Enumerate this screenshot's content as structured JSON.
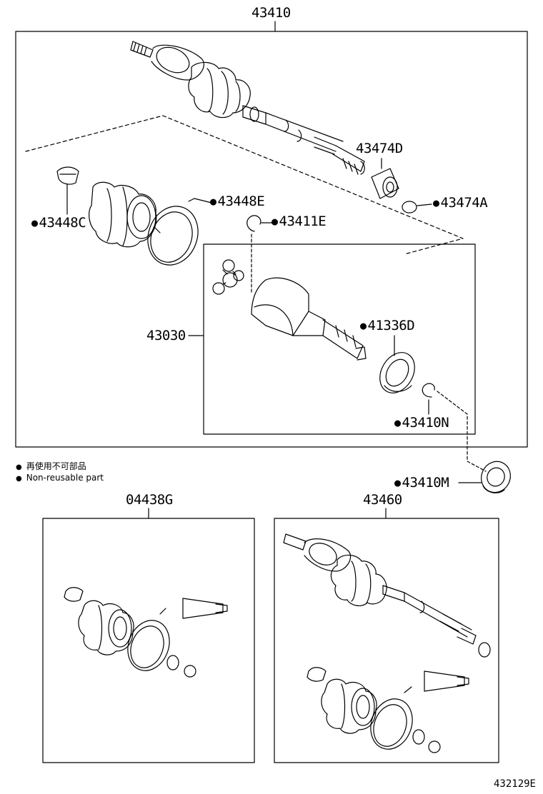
{
  "labels": {
    "main_assembly": "43410",
    "inner_joint": "43030",
    "left_kit": "04438G",
    "right_assembly": "43460",
    "clamp_small": "43448C",
    "clamp_large": "43448E",
    "snap_ring": "43411E",
    "damper": "43474D",
    "damper_clamp": "43474A",
    "seal": "41336D",
    "ring": "43410N",
    "seal_outer": "43410M"
  },
  "legend": {
    "bullet": "●",
    "jp": "再使用不可部品",
    "en": "Non-reusable part"
  },
  "footer_code": "432129E"
}
